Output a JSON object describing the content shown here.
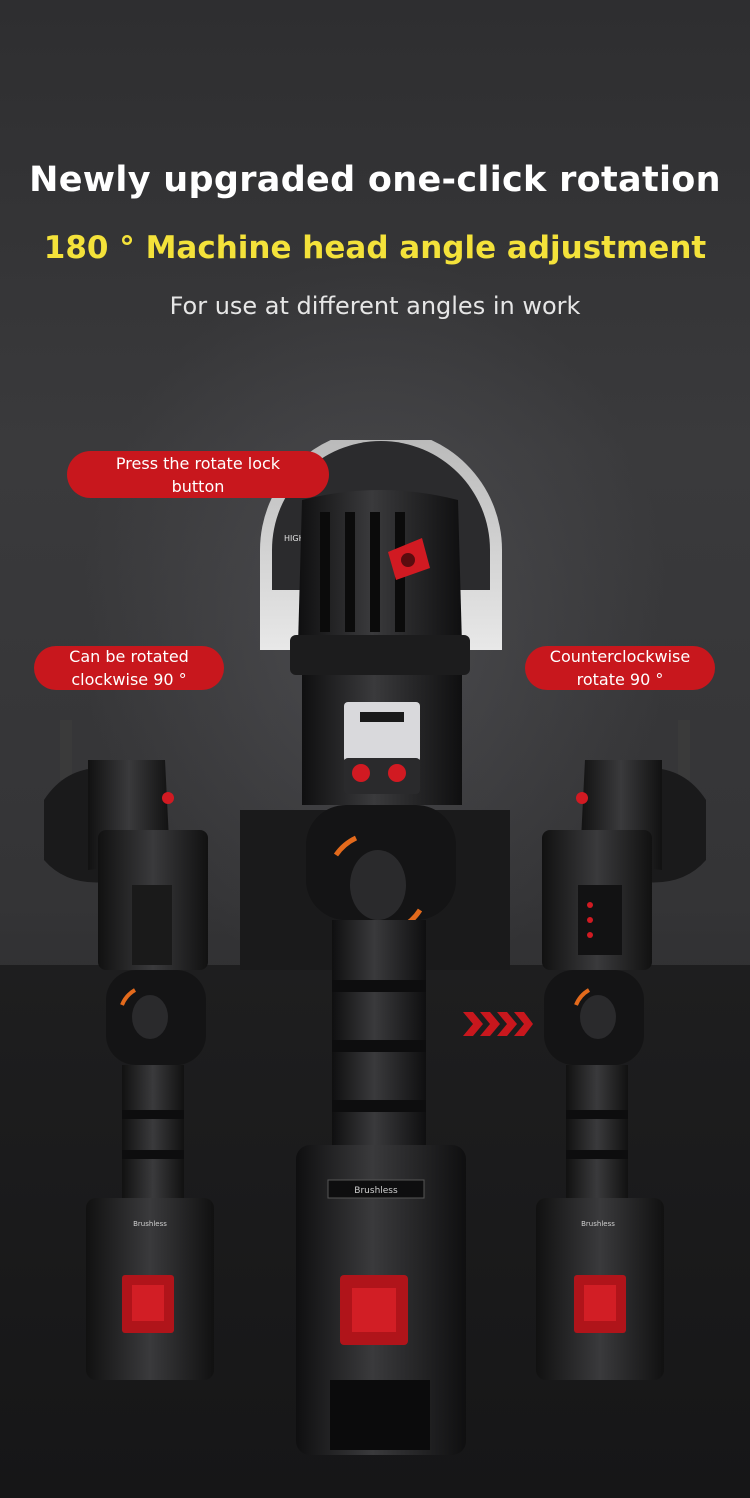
{
  "header": {
    "title": "Newly upgraded one-click rotation",
    "subtitle": "180 ° Machine head angle adjustment",
    "description": "For use at different angles in work"
  },
  "callouts": {
    "lock_button": [
      "Press the rotate lock",
      "button"
    ],
    "clockwise": [
      "Can be rotated",
      "clockwise 90 °"
    ],
    "counterclockwise": [
      "Counterclockwise",
      "rotate 90 °"
    ]
  },
  "product": {
    "center_label": "Brushless",
    "left_label": "Brushless",
    "right_label": "Brushless",
    "disc_text": "HIGH EFFI"
  },
  "colors": {
    "accent_red": "#c8171d",
    "headline_yellow": "#f4e23a",
    "body": "#1b1b1c"
  },
  "icons": [
    "rotate-lock-icon",
    "power-icon",
    "arrow-right-icon"
  ]
}
